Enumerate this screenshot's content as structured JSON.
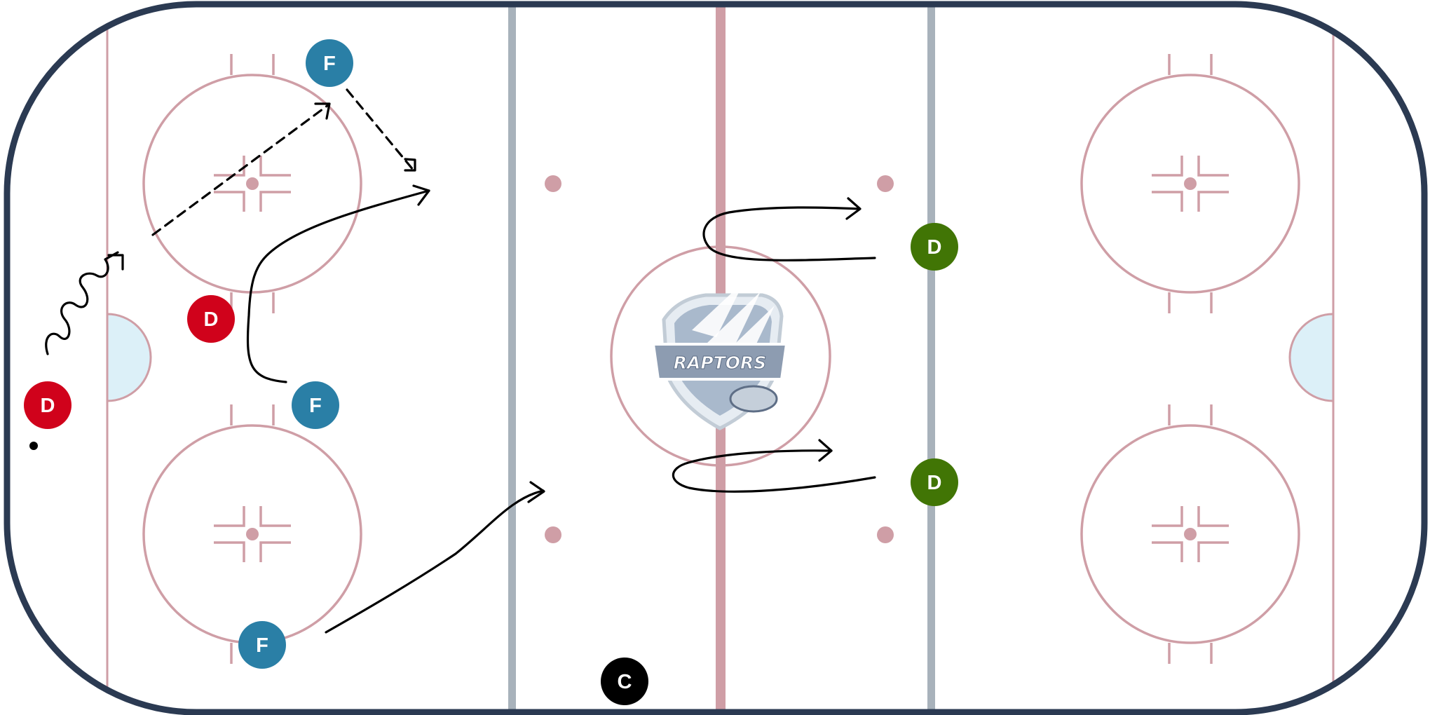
{
  "colors": {
    "board": "#2b3a52",
    "ice": "#ffffff",
    "rink_line": "#cf9ea6",
    "red_line": "#cf9ea6",
    "blue_line": "#a8b2bb",
    "crease": "#dcf0f8",
    "team_red": "#d0021b",
    "team_blue": "#2a7fa6",
    "team_green": "#417505",
    "coach": "#000000",
    "path": "#000000"
  },
  "logo": {
    "text": "RAPTORS",
    "icon": "raptors-claw-shield-logo"
  },
  "players": [
    {
      "id": "f-top",
      "role": "forward",
      "label": "F",
      "team": "blue"
    },
    {
      "id": "f-mid",
      "role": "forward",
      "label": "F",
      "team": "blue"
    },
    {
      "id": "f-bottom",
      "role": "forward",
      "label": "F",
      "team": "blue"
    },
    {
      "id": "d-red-upper",
      "role": "defense",
      "label": "D",
      "team": "red"
    },
    {
      "id": "d-red-lower",
      "role": "defense",
      "label": "D",
      "team": "red"
    },
    {
      "id": "d-green-upper",
      "role": "defense",
      "label": "D",
      "team": "green"
    },
    {
      "id": "d-green-lower",
      "role": "defense",
      "label": "D",
      "team": "green"
    },
    {
      "id": "coach",
      "role": "coach",
      "label": "C",
      "team": "black"
    }
  ],
  "legend_paths": [
    {
      "id": "pass-1",
      "style": "dashed",
      "meaning": "pass"
    },
    {
      "id": "pass-2",
      "style": "dashed",
      "meaning": "pass"
    },
    {
      "id": "skate-1",
      "style": "solid",
      "meaning": "skate"
    },
    {
      "id": "skate-2",
      "style": "solid",
      "meaning": "skate"
    },
    {
      "id": "skate-3",
      "style": "solid",
      "meaning": "skate"
    },
    {
      "id": "skate-4",
      "style": "solid",
      "meaning": "skate"
    },
    {
      "id": "carry-1",
      "style": "wavy",
      "meaning": "skate-with-puck"
    }
  ]
}
